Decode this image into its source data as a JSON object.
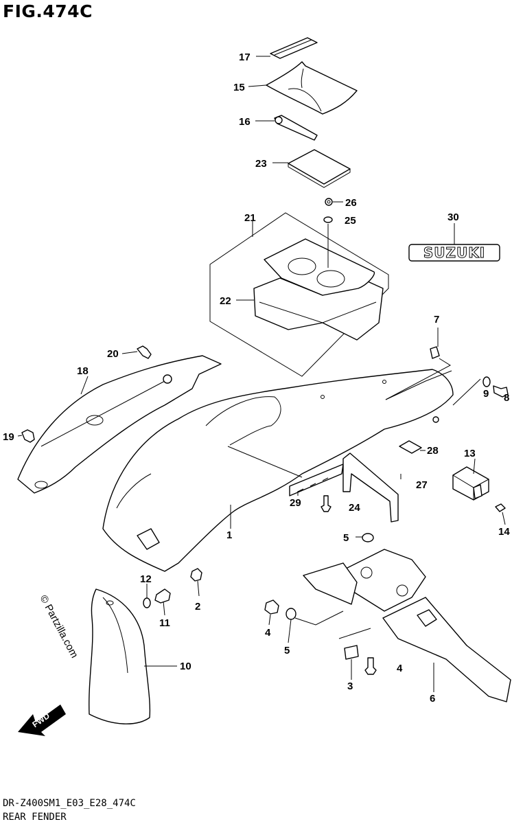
{
  "figure": {
    "title": "FIG.474C"
  },
  "footer": {
    "code": "DR-Z400SM1_E03_E28_474C",
    "name": "REAR FENDER"
  },
  "watermark": "© Partzilla.com",
  "fwd_label": "FWD",
  "emblem_text": "SUZUKI",
  "callouts": [
    {
      "id": "c1",
      "text": "1"
    },
    {
      "id": "c2",
      "text": "2"
    },
    {
      "id": "c3",
      "text": "3"
    },
    {
      "id": "c4a",
      "text": "4"
    },
    {
      "id": "c4b",
      "text": "4"
    },
    {
      "id": "c5a",
      "text": "5"
    },
    {
      "id": "c5b",
      "text": "5"
    },
    {
      "id": "c6",
      "text": "6"
    },
    {
      "id": "c7",
      "text": "7"
    },
    {
      "id": "c8",
      "text": "8"
    },
    {
      "id": "c9",
      "text": "9"
    },
    {
      "id": "c10",
      "text": "10"
    },
    {
      "id": "c11",
      "text": "11"
    },
    {
      "id": "c12",
      "text": "12"
    },
    {
      "id": "c13",
      "text": "13"
    },
    {
      "id": "c14",
      "text": "14"
    },
    {
      "id": "c15",
      "text": "15"
    },
    {
      "id": "c16",
      "text": "16"
    },
    {
      "id": "c17",
      "text": "17"
    },
    {
      "id": "c18",
      "text": "18"
    },
    {
      "id": "c19",
      "text": "19"
    },
    {
      "id": "c20",
      "text": "20"
    },
    {
      "id": "c21",
      "text": "21"
    },
    {
      "id": "c22",
      "text": "22"
    },
    {
      "id": "c23",
      "text": "23"
    },
    {
      "id": "c24",
      "text": "24"
    },
    {
      "id": "c25",
      "text": "25"
    },
    {
      "id": "c26",
      "text": "26"
    },
    {
      "id": "c27",
      "text": "27"
    },
    {
      "id": "c28",
      "text": "28"
    },
    {
      "id": "c29",
      "text": "29"
    },
    {
      "id": "c30",
      "text": "30"
    }
  ]
}
